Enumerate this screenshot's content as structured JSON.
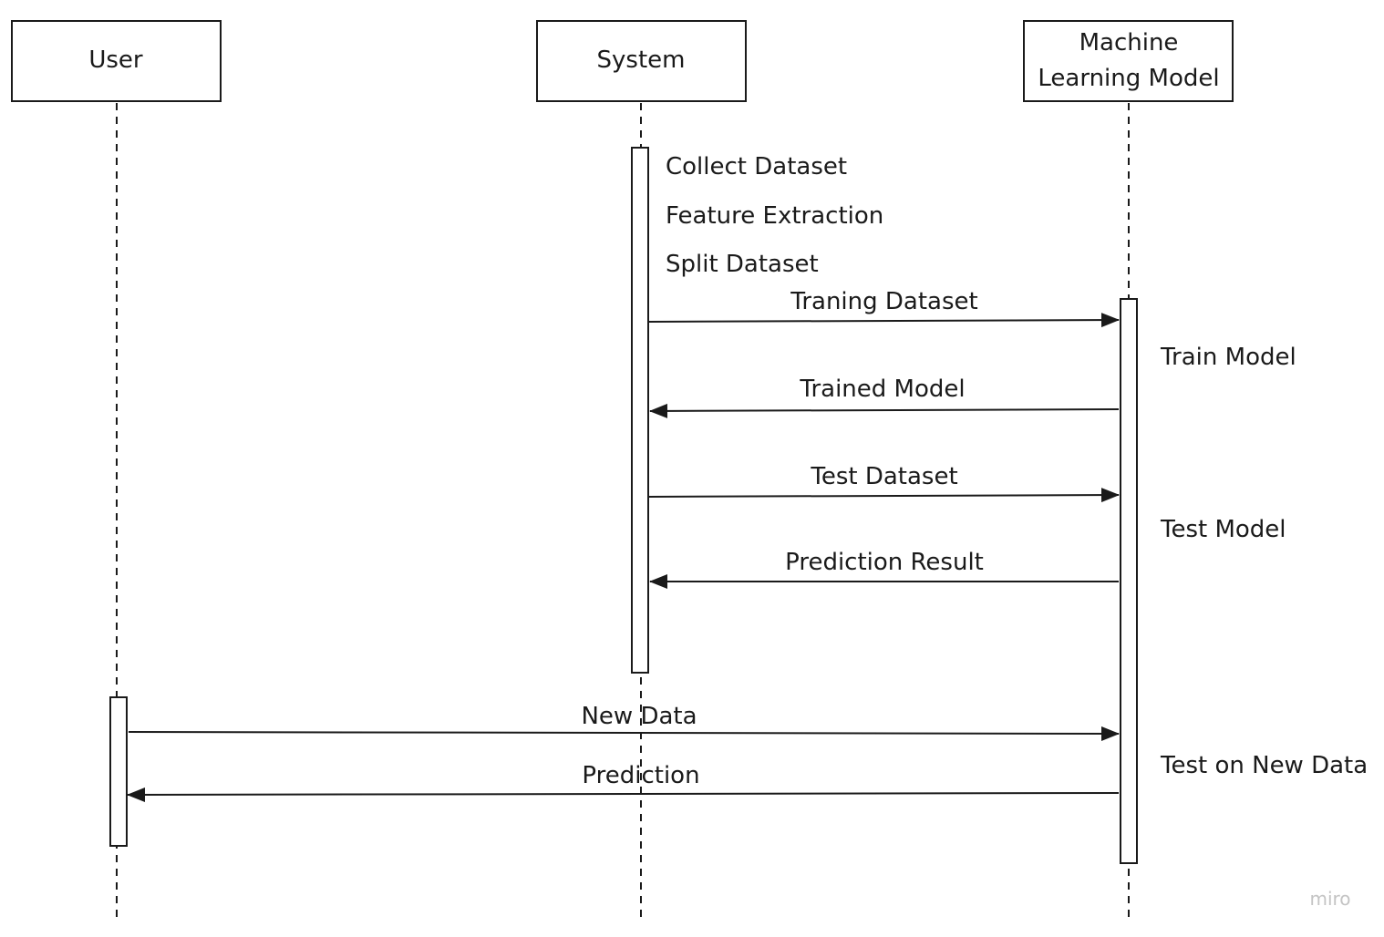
{
  "actors": [
    {
      "id": "user",
      "lines": [
        "User"
      ]
    },
    {
      "id": "system",
      "lines": [
        "System"
      ]
    },
    {
      "id": "ml",
      "lines": [
        "Machine",
        "Learning Model"
      ]
    }
  ],
  "system_steps": [
    "Collect Dataset",
    "Feature Extraction",
    "Split Dataset"
  ],
  "ml_steps": [
    "Train Model",
    "Test Model",
    "Test on New Data"
  ],
  "messages": [
    {
      "label": "Traning Dataset",
      "from": "system",
      "to": "ml"
    },
    {
      "label": "Trained Model",
      "from": "ml",
      "to": "system"
    },
    {
      "label": "Test Dataset",
      "from": "system",
      "to": "ml"
    },
    {
      "label": "Prediction Result",
      "from": "ml",
      "to": "system"
    },
    {
      "label": "New Data",
      "from": "user",
      "to": "ml"
    },
    {
      "label": "Prediction",
      "from": "ml",
      "to": "user"
    }
  ],
  "watermark": "miro"
}
